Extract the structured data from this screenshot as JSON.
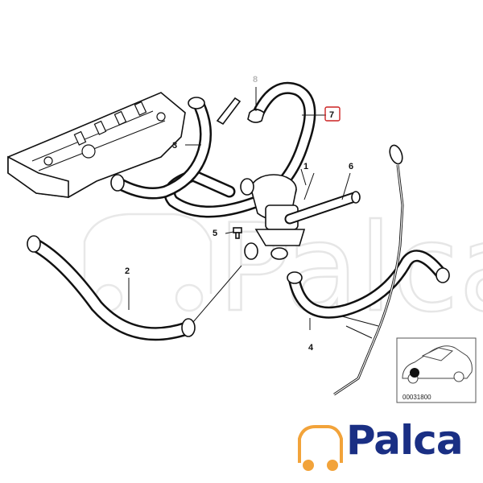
{
  "diagram": {
    "callouts": {
      "c1": "1",
      "c2": "2",
      "c3": "3",
      "c4": "4",
      "c5": "5",
      "c6": "6",
      "c7": "7",
      "c8": "8"
    },
    "inset_code": "00031800",
    "highlight_color": "#cc2222",
    "watermark_text": "Palca"
  },
  "logo": {
    "text": "Palca",
    "text_color": "#1a2f84",
    "icon_color": "#f2a33a"
  }
}
